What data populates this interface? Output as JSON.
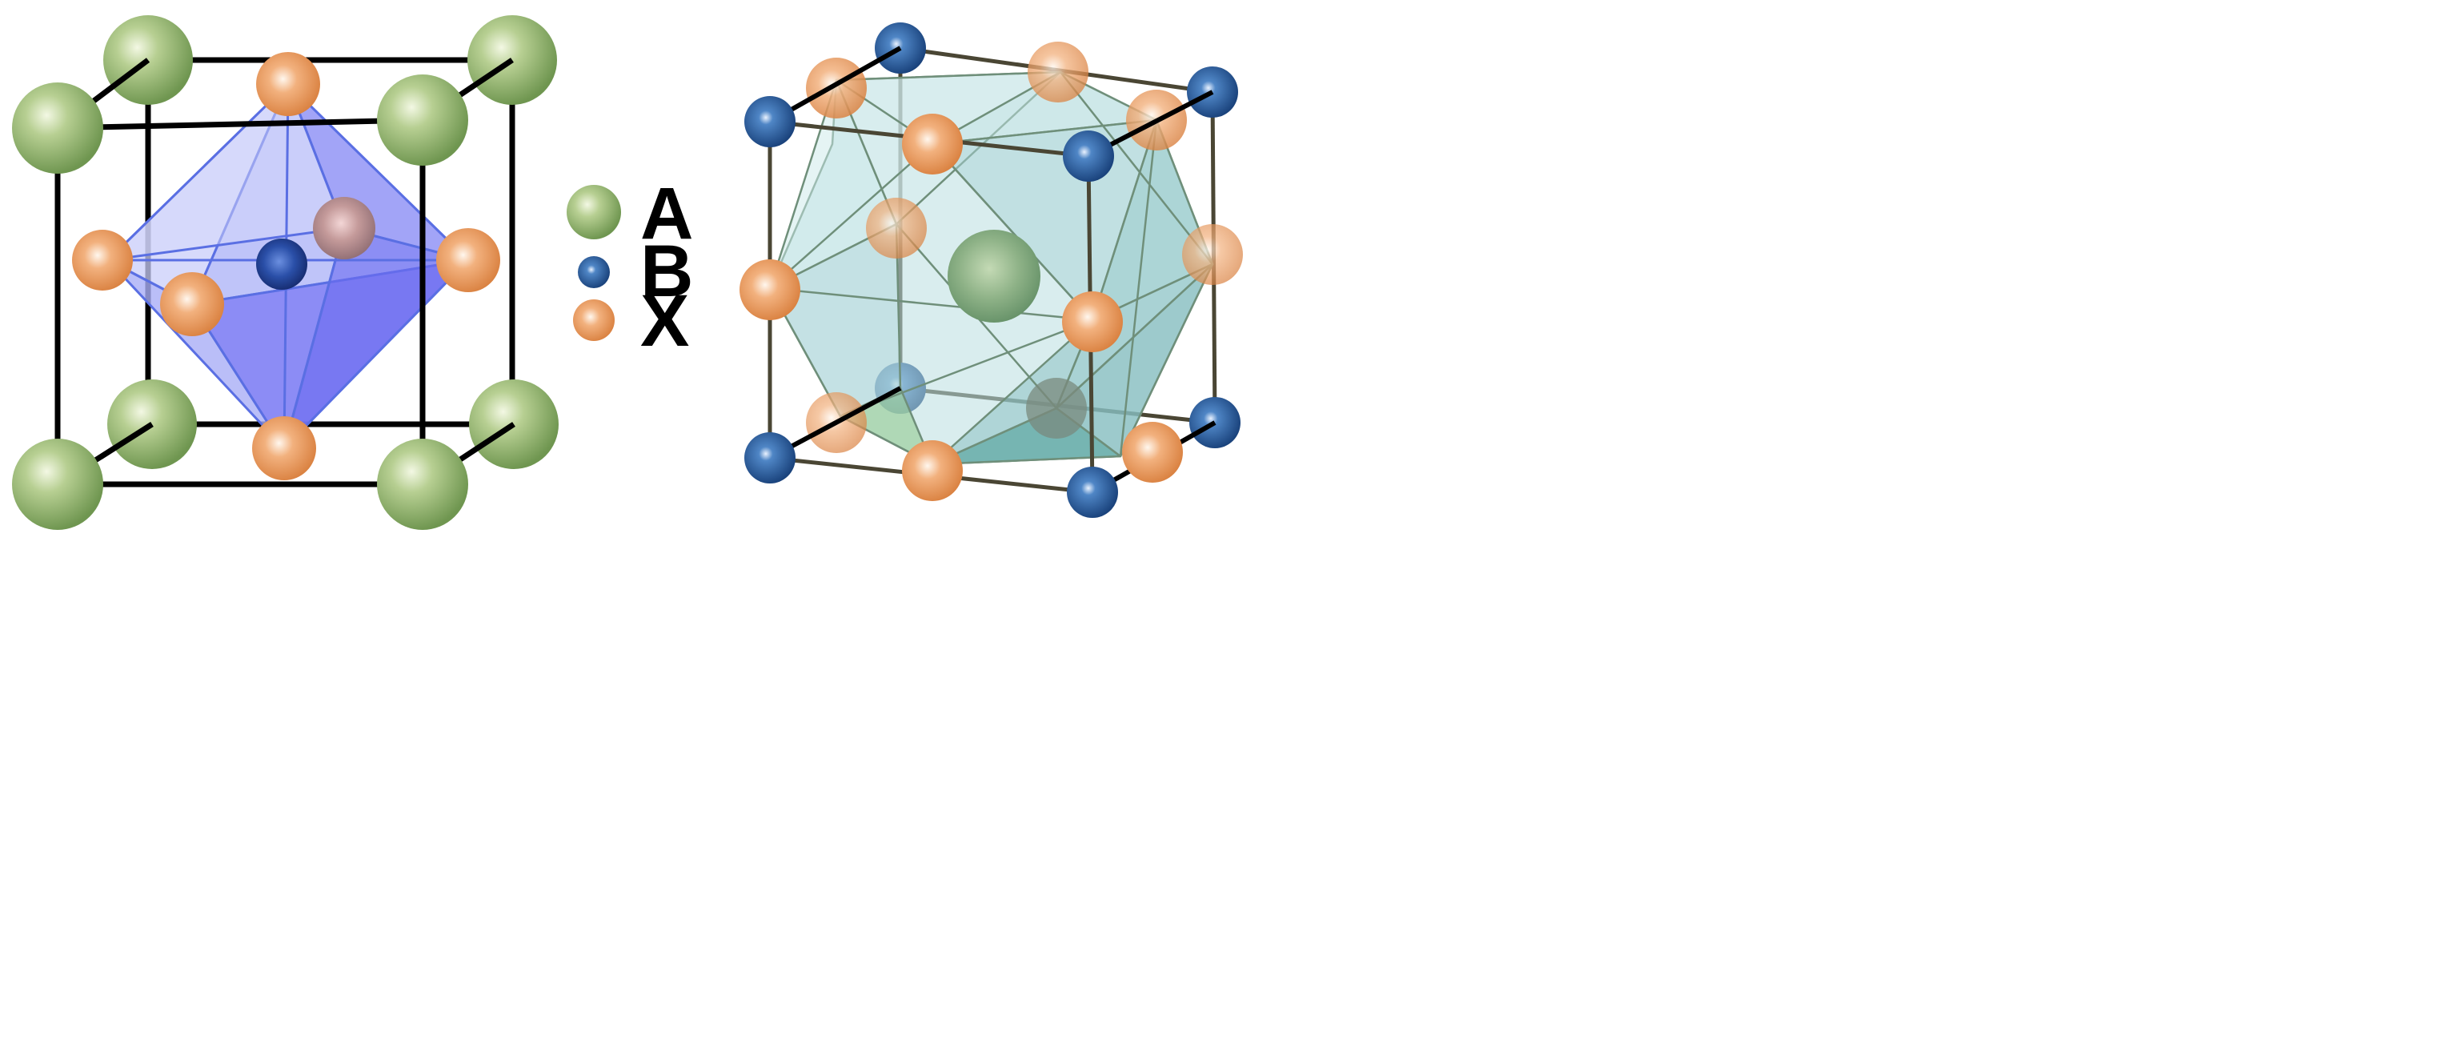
{
  "colors": {
    "atom_A": "#8fb06a",
    "atom_B": "#2c5f9e",
    "atom_X": "#eb9a5e",
    "octahedron": "#5b5bef",
    "cuboctahedron": "#6fb7b7",
    "cell_edge_left": "#000000",
    "cell_edge_right": "#4a4634"
  },
  "legend": {
    "items": [
      {
        "key": "A",
        "label": "A",
        "color": "#8fb06a"
      },
      {
        "key": "B",
        "label": "B",
        "color": "#2c5f9e"
      },
      {
        "key": "X",
        "label": "X",
        "color": "#eb9a5e"
      }
    ]
  },
  "icons": [
    "atom-sphere-icon"
  ]
}
